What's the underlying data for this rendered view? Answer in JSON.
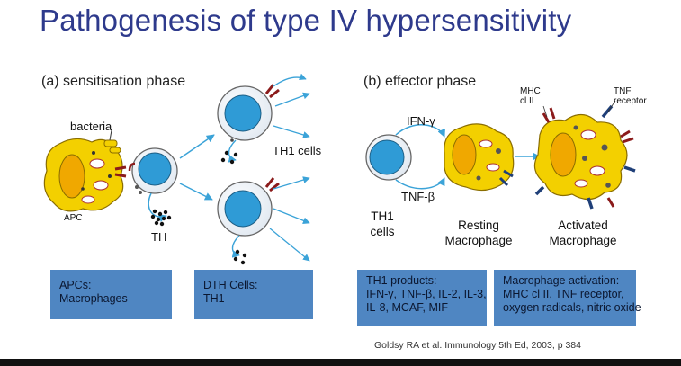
{
  "title": "Pathogenesis of type IV hypersensitivity",
  "phases": {
    "sensitisation": "(a) sensitisation phase",
    "effector": "(b) effector phase"
  },
  "labels": {
    "bacteria": "bacteria",
    "apc": "APC",
    "th": "TH",
    "th1_cells": "TH1 cells",
    "ifn_gamma": "IFN-γ",
    "tnf_beta": "TNF-β",
    "th1_cells_left": [
      "TH1",
      "cells"
    ],
    "resting_macrophage": [
      "Resting",
      "Macrophage"
    ],
    "activated_macrophage": [
      "Activated",
      "Macrophage"
    ],
    "mhc": [
      "MHC",
      "cl II"
    ],
    "tnf_receptor": [
      "TNF",
      "receptor"
    ]
  },
  "boxes": {
    "apcs": [
      "APCs:",
      "Macrophages"
    ],
    "dth": [
      "DTH Cells:",
      "TH1"
    ],
    "th1_products": [
      "TH1 products:",
      "IFN-γ, TNF-β, IL-2, IL-3,",
      "IL-8, MCAF, MIF"
    ],
    "macrophage_activation": [
      "Macrophage activation:",
      "MHC cl II, TNF receptor,",
      "oxygen radicals, nitric oxide"
    ]
  },
  "citation": "Goldsy RA et al.  Immunology 5th Ed, 2003, p 384",
  "colors": {
    "title": "#2e3a8c",
    "box": "#4f86c2",
    "macrophage": "#f3d000",
    "nucleus": "#2f9bd6",
    "arrow": "#3ba3d8"
  }
}
